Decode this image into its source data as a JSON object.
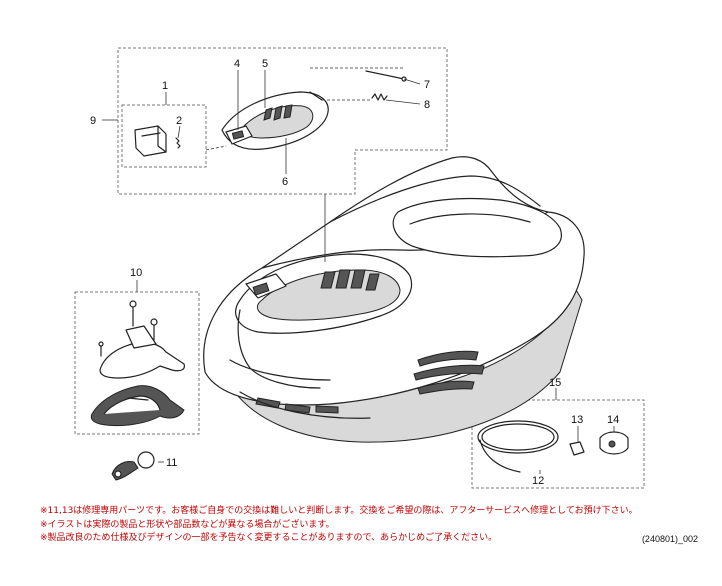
{
  "callouts": [
    "1",
    "2",
    "4",
    "5",
    "6",
    "7",
    "8",
    "9",
    "10",
    "11",
    "12",
    "13",
    "14",
    "15"
  ],
  "notes": [
    "※11,13は修理専用パーツです。お客様ご自身での交換は難しいと判断します。交換をご希望の際は、アフターサービスへ修理としてお預け下さい。",
    "※イラストは実際の製品と形状や部品数などが異なる場合がございます。",
    "※製品改良のため仕様及びデザインの一部を予告なく変更することがありますので、あらかじめご了承ください。"
  ],
  "doc_code": "(240801)_002",
  "colors": {
    "note_text": "#c00000",
    "line": "#222222",
    "dashed_box": "#777777"
  }
}
